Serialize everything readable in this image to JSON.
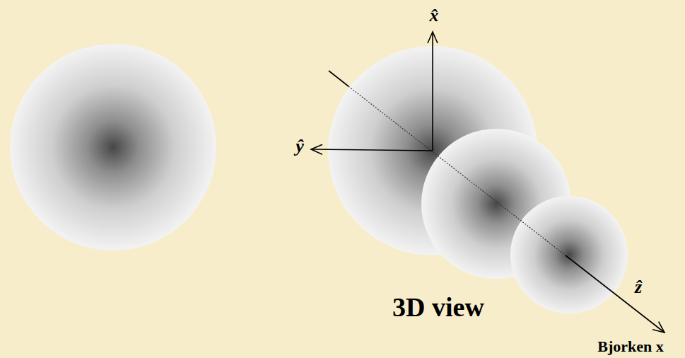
{
  "diagram": {
    "labels": [
      "x̂",
      "ŷ",
      "ẑ",
      "3D view",
      "Bjorken x"
    ]
  }
}
